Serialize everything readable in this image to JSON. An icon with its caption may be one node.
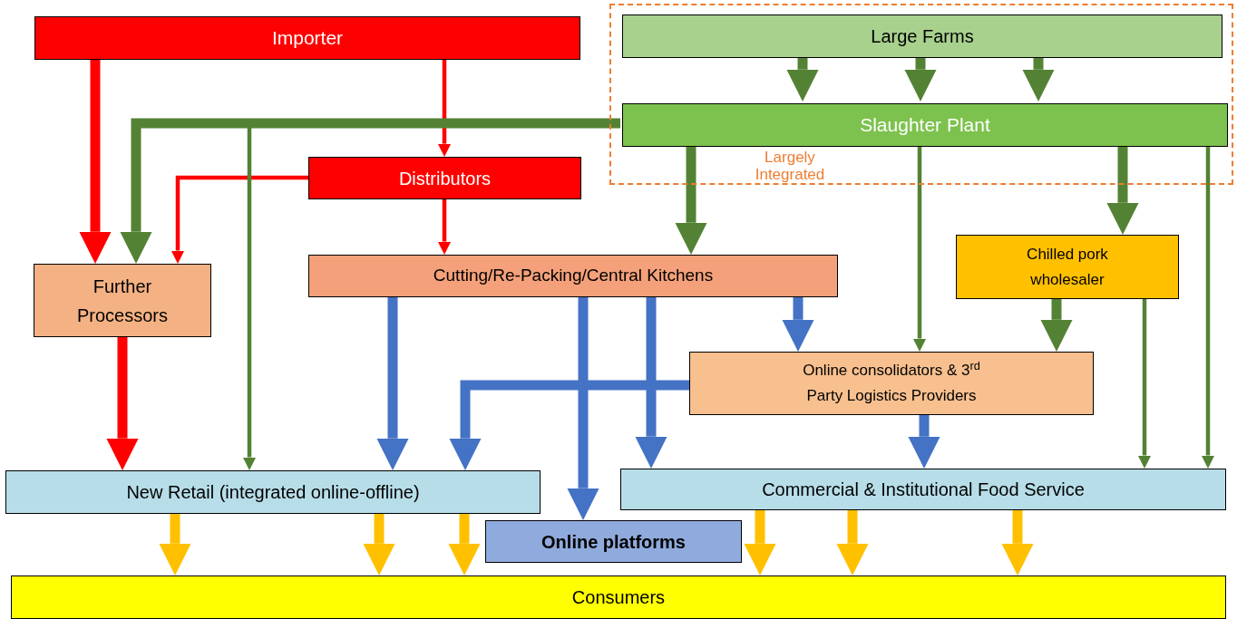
{
  "diagram": {
    "nodes": [
      {
        "text": [
          "Importer"
        ]
      },
      {
        "text": [
          "Largely Integrated"
        ]
      },
      {
        "text": [
          "Large Farms"
        ],
        "in": 1
      },
      {
        "text": [
          "Slaughter Plant"
        ],
        "in": 1
      },
      {
        "text": [
          "Distributors"
        ]
      },
      {
        "text": [
          "Further Processors"
        ]
      },
      {
        "text": [
          "Cutting/Re-Packing/Central Kitchens"
        ]
      },
      {
        "text": [
          "Chilled pork wholesaler"
        ]
      },
      {
        "text": [
          "Online consolidators & 3$^{rd}$ Party Logistics Providers"
        ]
      },
      {
        "text": [
          "New Retail (integrated online-offline)"
        ]
      },
      {
        "text": [
          "Commercial & Institutional Food Service"
        ]
      },
      {
        "text": [
          "Online platforms"
        ]
      },
      {
        "text": [
          "Consumers"
        ]
      }
    ],
    "edges": [
      {
        "from": 0,
        "to": 5,
        "arrow": "to",
        "color": "#ff0000"
      },
      {
        "from": 0,
        "to": 4,
        "arrow": "to",
        "color": "#ff0000"
      },
      {
        "from": 4,
        "to": 5,
        "arrow": "to",
        "color": "#ff0000"
      },
      {
        "from": 4,
        "to": 6,
        "arrow": "to",
        "color": "#ff0000"
      },
      {
        "from": 5,
        "to": 9,
        "arrow": "to",
        "color": "#ff0000"
      },
      {
        "from": 2,
        "to": 3,
        "arrow": "to"
      },
      {
        "from": 2,
        "to": 3,
        "arrow": "to"
      },
      {
        "from": 2,
        "to": 3,
        "arrow": "to"
      },
      {
        "from": 3,
        "to": 5,
        "arrow": "to"
      },
      {
        "from": 3,
        "to": 9,
        "arrow": "to"
      },
      {
        "from": 3,
        "to": 6,
        "arrow": "to"
      },
      {
        "from": 3,
        "to": 8,
        "arrow": "to"
      },
      {
        "from": 3,
        "to": 7,
        "arrow": "to"
      },
      {
        "from": 3,
        "to": 10,
        "arrow": "to"
      },
      {
        "from": 7,
        "to": 8,
        "arrow": "to"
      },
      {
        "from": 7,
        "to": 10,
        "arrow": "to"
      },
      {
        "from": 6,
        "to": 9,
        "arrow": "to",
        "color": "#4472c4"
      },
      {
        "from": 6,
        "to": 11,
        "arrow": "to",
        "color": "#4472c4"
      },
      {
        "from": 6,
        "to": 10,
        "arrow": "to",
        "color": "#4472c4"
      },
      {
        "from": 6,
        "to": 8,
        "arrow": "to",
        "color": "#4472c4"
      },
      {
        "from": 8,
        "to": 9,
        "arrow": "to",
        "color": "#4472c4"
      },
      {
        "from": 8,
        "to": 10,
        "arrow": "to",
        "color": "#4472c4"
      },
      {
        "from": 9,
        "to": 12,
        "arrow": "to",
        "color": "#ffc000"
      },
      {
        "from": 9,
        "to": 12,
        "arrow": "to",
        "color": "#ffc000"
      },
      {
        "from": 9,
        "to": 12,
        "arrow": "to",
        "color": "#ffc000"
      },
      {
        "from": 10,
        "to": 12,
        "arrow": "to",
        "color": "#ffc000"
      },
      {
        "from": 10,
        "to": 12,
        "arrow": "to",
        "color": "#ffc000"
      },
      {
        "from": 10,
        "to": 12,
        "arrow": "to",
        "color": "#ffc000"
      }
    ]
  }
}
